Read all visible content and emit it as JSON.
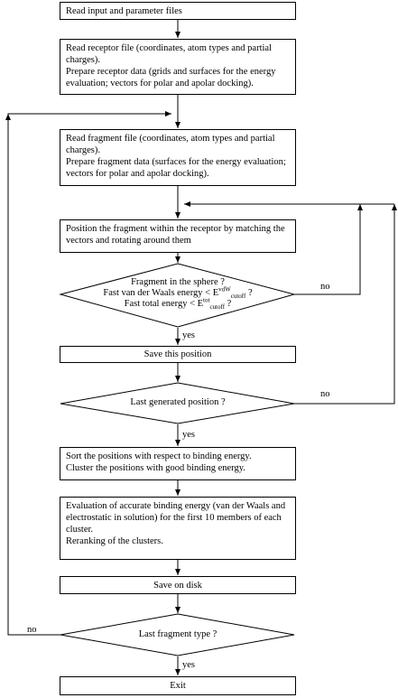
{
  "steps": {
    "read_input": "Read input and parameter files",
    "read_receptor_1": "Read receptor file (coordinates, atom types and partial charges).",
    "read_receptor_2": "Prepare receptor data (grids and surfaces for the energy evaluation; vectors for polar and apolar docking).",
    "read_fragment_1": "Read fragment file (coordinates, atom types and partial charges).",
    "read_fragment_2": "Prepare fragment data (surfaces for the energy evaluation; vectors for polar and apolar docking).",
    "position_fragment": "Position the fragment within the receptor by matching the vectors and rotating around them",
    "save_position": "Save this position",
    "sort_1": "Sort the positions with respect to binding energy.",
    "sort_2": "Cluster the positions with good binding energy.",
    "eval_1": "Evaluation of accurate binding energy (van der Waals and electrostatic in solution) for the first 10 members of each cluster.",
    "eval_2": "Reranking of the clusters.",
    "save_disk": "Save on disk",
    "exit": "Exit"
  },
  "decisions": {
    "d1_line1": "Fragment in the sphere ?",
    "d1_line2": "Fast van der Waals energy <",
    "d1_line2_sym": "E",
    "d1_line2_sup": "vdW",
    "d1_line2_sub": "cutoff",
    "d1_line2_end": "?",
    "d1_line3": "Fast total energy <",
    "d1_line3_sym": "E",
    "d1_line3_sup": "tot",
    "d1_line3_sub": "cutoff",
    "d1_line3_end": "?",
    "d2": "Last generated position ?",
    "d3": "Last fragment type ?"
  },
  "labels": {
    "d1_yes": "yes",
    "d1_no": "no",
    "d2_yes": "yes",
    "d2_no": "no",
    "d3_yes": "yes",
    "d3_no": "no"
  }
}
